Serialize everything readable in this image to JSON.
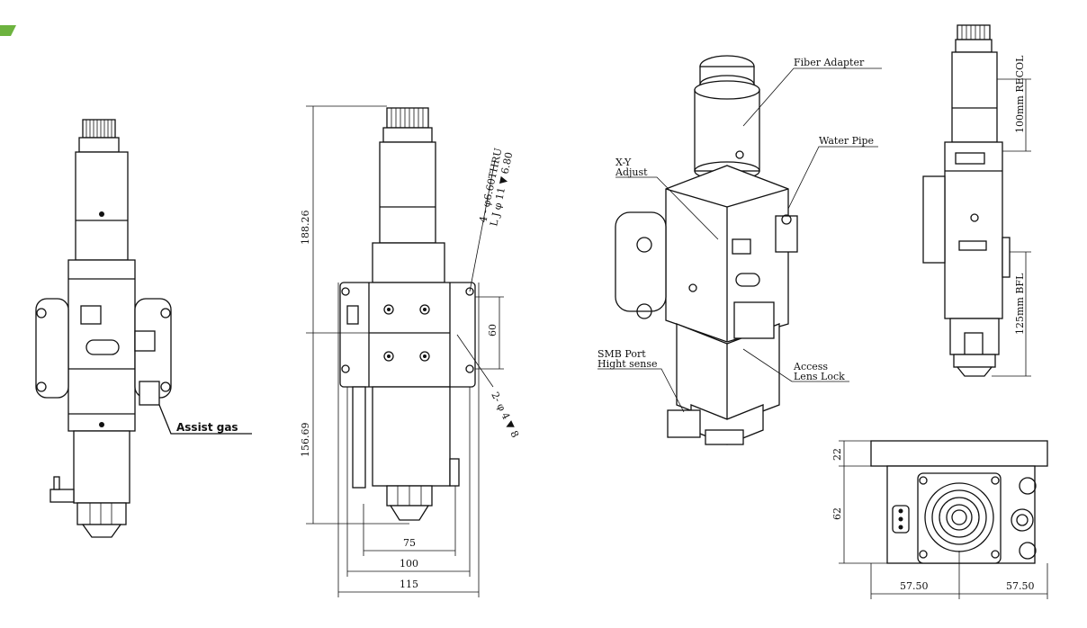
{
  "colors": {
    "accent": "#6db33f",
    "line": "#111111",
    "background": "#ffffff"
  },
  "view1": {
    "assist_gas": "Assist gas"
  },
  "view2": {
    "dim_height_top": "188.26",
    "dim_height_bottom": "156.69",
    "dim_60": "60",
    "dim_75": "75",
    "dim_100": "100",
    "dim_115": "115",
    "hole_note_1": "4 - φ6.60THRU",
    "hole_note_2": "L J φ 11 ▼ 6.80",
    "hole_note_3": "2- φ 4 ▼ 8"
  },
  "view3": {
    "fiber_adapter": "Fiber Adapter",
    "water_pipe": "Water Pipe",
    "xy_line1": "X-Y",
    "xy_line2": "Adjust",
    "smb_line1": "SMB Port",
    "smb_line2": "Hight sense",
    "access_line1": "Access",
    "access_line2": "Lens Lock"
  },
  "view4": {
    "recol": "100mm RECOL",
    "bfl": "125mm BFL"
  },
  "view5": {
    "dim_22": "22",
    "dim_62": "62",
    "dim_left": "57.50",
    "dim_right": "57.50"
  }
}
